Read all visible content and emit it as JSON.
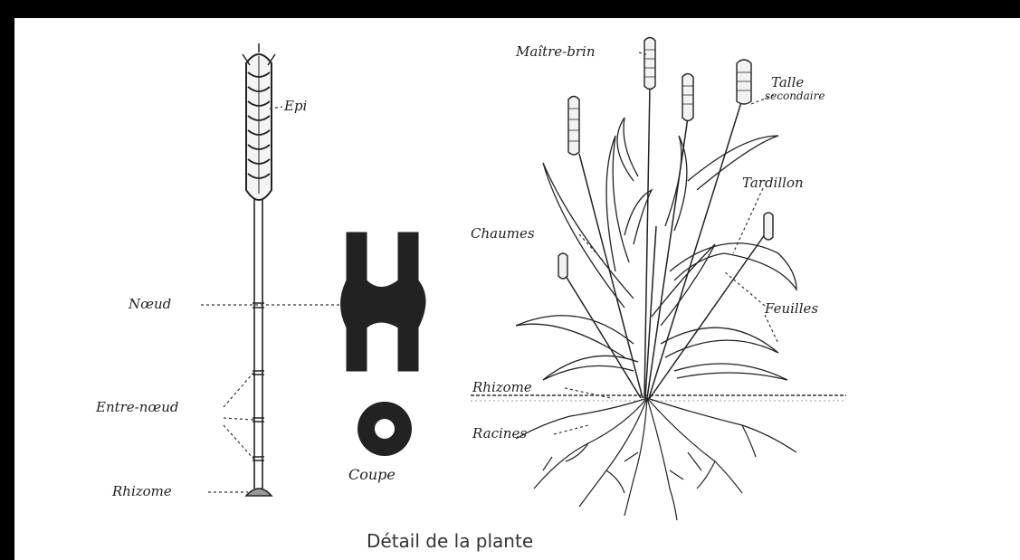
{
  "diagram": {
    "caption": "Détail de la plante",
    "labels": {
      "epi": "Epi",
      "noeud": "Nœud",
      "entre_noeud": "Entre-nœud",
      "rhizome_left": "Rhizome",
      "coupe": "Coupe",
      "maitre_brin": "Maître-brin",
      "talle_line1": "Talle",
      "talle_line2": "secondaire",
      "tardillon": "Tardillon",
      "chaumes": "Chaumes",
      "feuilles": "Feuilles",
      "rhizome_right": "Rhizome",
      "racines": "Racines"
    }
  }
}
